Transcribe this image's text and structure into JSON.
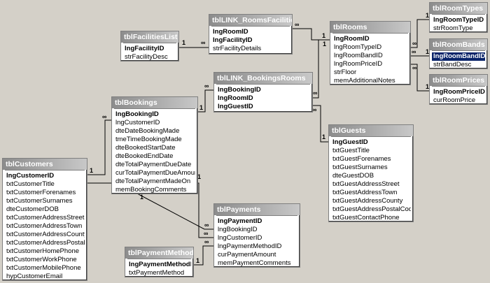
{
  "tables": {
    "facilities_list": {
      "title": "tblFacilitiesList",
      "fields": [
        {
          "name": "lngFacilityID",
          "pk": true
        },
        {
          "name": "strFacilityDesc",
          "pk": false
        }
      ]
    },
    "link_rooms_facilities": {
      "title": "tblLINK_RoomsFacilities",
      "fields": [
        {
          "name": "lngRoomID",
          "pk": true
        },
        {
          "name": "lngFacilityID",
          "pk": true
        },
        {
          "name": "strFacilityDetails",
          "pk": false
        }
      ]
    },
    "rooms": {
      "title": "tblRooms",
      "fields": [
        {
          "name": "lngRoomID",
          "pk": true
        },
        {
          "name": "lngRoomTypeID",
          "pk": false
        },
        {
          "name": "lngRoomBandID",
          "pk": false
        },
        {
          "name": "lngRoomPriceID",
          "pk": false
        },
        {
          "name": "strFloor",
          "pk": false
        },
        {
          "name": "memAdditionalNotes",
          "pk": false
        }
      ]
    },
    "room_types": {
      "title": "tblRoomTypes",
      "fields": [
        {
          "name": "lngRoomTypeID",
          "pk": true
        },
        {
          "name": "strRoomType",
          "pk": false
        }
      ]
    },
    "room_bands": {
      "title": "tblRoomBands",
      "fields": [
        {
          "name": "lngRoomBandID",
          "pk": true,
          "selected": true
        },
        {
          "name": "strBandDesc",
          "pk": false
        }
      ]
    },
    "room_prices": {
      "title": "tblRoomPrices",
      "fields": [
        {
          "name": "lngRoomPriceID",
          "pk": true
        },
        {
          "name": "curRoomPrice",
          "pk": false
        }
      ]
    },
    "link_bookings_rooms": {
      "title": "tblLINK_BookingsRooms",
      "fields": [
        {
          "name": "lngBookingID",
          "pk": true
        },
        {
          "name": "lngRoomID",
          "pk": true
        },
        {
          "name": "lngGuestID",
          "pk": true
        }
      ]
    },
    "bookings": {
      "title": "tblBookings",
      "fields": [
        {
          "name": "lngBookingID",
          "pk": true
        },
        {
          "name": "lngCustomerID",
          "pk": false
        },
        {
          "name": "dteDateBookingMade",
          "pk": false
        },
        {
          "name": "tmeTimeBookingMade",
          "pk": false
        },
        {
          "name": "dteBookedStartDate",
          "pk": false
        },
        {
          "name": "dteBookedEndDate",
          "pk": false
        },
        {
          "name": "dteTotalPaymentDueDate",
          "pk": false
        },
        {
          "name": "curTotalPaymentDueAmount",
          "pk": false
        },
        {
          "name": "dteTotalPaymentMadeOn",
          "pk": false
        },
        {
          "name": "memBookingComments",
          "pk": false
        }
      ]
    },
    "guests": {
      "title": "tblGuests",
      "fields": [
        {
          "name": "lngGuestID",
          "pk": true
        },
        {
          "name": "txtGuestTitle",
          "pk": false
        },
        {
          "name": "txtGuestForenames",
          "pk": false
        },
        {
          "name": "txtGuestSurnames",
          "pk": false
        },
        {
          "name": "dteGuestDOB",
          "pk": false
        },
        {
          "name": "txtGuestAddressStreet",
          "pk": false
        },
        {
          "name": "txtGuestAddressTown",
          "pk": false
        },
        {
          "name": "txtGuestAddressCounty",
          "pk": false
        },
        {
          "name": "txtGuestAddressPostalCode",
          "pk": false
        },
        {
          "name": "txtGuestContactPhone",
          "pk": false
        }
      ]
    },
    "customers": {
      "title": "tblCustomers",
      "fields": [
        {
          "name": "lngCustomerID",
          "pk": true
        },
        {
          "name": "txtCustomerTitle",
          "pk": false
        },
        {
          "name": "txtCustomerForenames",
          "pk": false
        },
        {
          "name": "txtCustomerSurnames",
          "pk": false
        },
        {
          "name": "dteCustomerDOB",
          "pk": false
        },
        {
          "name": "txtCustomerAddressStreet",
          "pk": false
        },
        {
          "name": "txtCustomerAddressTown",
          "pk": false
        },
        {
          "name": "txtCustomerAddressCounty",
          "pk": false
        },
        {
          "name": "txtCustomerAddressPostalCode",
          "pk": false
        },
        {
          "name": "txtCustomerHomePhone",
          "pk": false
        },
        {
          "name": "txtCustomerWorkPhone",
          "pk": false
        },
        {
          "name": "txtCustomerMobilePhone",
          "pk": false
        },
        {
          "name": "hypCustomerEmail",
          "pk": false
        }
      ]
    },
    "payments": {
      "title": "tblPayments",
      "fields": [
        {
          "name": "lngPaymentID",
          "pk": true
        },
        {
          "name": "lngBookingID",
          "pk": false
        },
        {
          "name": "lngCustomerID",
          "pk": false
        },
        {
          "name": "lngPaymentMethodID",
          "pk": false
        },
        {
          "name": "curPaymentAmount",
          "pk": false
        },
        {
          "name": "memPaymentComments",
          "pk": false
        }
      ]
    },
    "payment_methods": {
      "title": "tblPaymentMethods",
      "fields": [
        {
          "name": "lngPaymentMethodID",
          "pk": true
        },
        {
          "name": "txtPaymentMethod",
          "pk": false
        }
      ]
    }
  },
  "relationships": [
    {
      "name": "facilities-to-link",
      "one": "1",
      "many": "∞"
    },
    {
      "name": "link-to-rooms",
      "one": "1",
      "many": "∞"
    },
    {
      "name": "rooms-to-roomtypes",
      "one": "1",
      "many": "∞"
    },
    {
      "name": "rooms-to-roombands",
      "one": "1",
      "many": "∞"
    },
    {
      "name": "rooms-to-roomprices",
      "one": "1",
      "many": "∞"
    },
    {
      "name": "link-bookings-to-rooms",
      "one": "1",
      "many": "∞"
    },
    {
      "name": "bookings-to-link",
      "one": "1",
      "many": "∞"
    },
    {
      "name": "guests-to-link",
      "one": "1",
      "many": "∞"
    },
    {
      "name": "customers-to-bookings",
      "one": "1",
      "many": "∞"
    },
    {
      "name": "bookings-to-payments",
      "one": "1",
      "many": "∞"
    },
    {
      "name": "customers-to-payments",
      "one": "1",
      "many": "∞"
    },
    {
      "name": "methods-to-payments",
      "one": "1",
      "many": "∞"
    }
  ]
}
